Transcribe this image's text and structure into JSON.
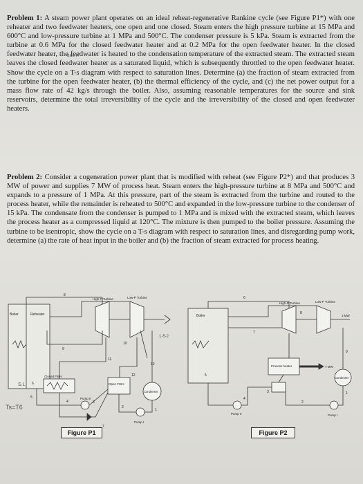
{
  "problem1": {
    "label": "Problem 1:",
    "text": " A steam power plant operates on an ideal reheat-regenerative Rankine cycle (see Figure P1*) with one reheater and two feedwater heaters, one open and one closed. Steam enters the high pressure turbine at 15 MPa and 600°C and low-pressure turbine at 1 MPa and 500°C. The condenser pressure is 5 kPa. Steam is extracted from the turbine at 0.6 MPa for the closed feedwater heater and at 0.2 MPa for the open feedwater heater. In the closed feedwater heater, the feedwater is heated to the condensation temperature of the extracted steam. The extracted steam leaves the closed feedwater heater as a saturated liquid, which is subsequently throttled to the open feedwater heater. Show the cycle on a T-s diagram with respect to saturation lines. Determine (a) the fraction of steam extracted from the turbine for the open feedwater heater, (b) the thermal efficiency of the cycle, and (c) the net power output for a mass flow rate of 42 kg/s through the boiler. Also, assuming reasonable temperatures for the source and sink reservoirs, determine the total irreversibility of the cycle and the irreversibility of the closed and open feedwater heaters."
  },
  "problem2": {
    "label": "Problem 2:",
    "text": " Consider a cogeneration power plant that is modified with reheat (see Figure P2*) and that produces 3 MW of power and supplies 7 MW of process heat. Steam enters the high-pressure turbine at 8 MPa and 500°C and expands to a pressure of 1 MPa. At this pressure, part of the steam is extracted from the turbine and routed to the process heater, while the remainder is reheated to 500°C and expanded in the low-pressure turbine to the condenser of 15 kPa. The condensate from the condenser is pumped to 1 MPa and is mixed with the extracted steam, which leaves the process heater as a compressed liquid at 120°C. The mixture is then pumped to the boiler pressure. Assuming the turbine to be isentropic, show the cycle on a T-s diagram with respect to saturation lines, and disregarding pump work, determine (a) the rate of heat input in the boiler and (b) the fraction of steam extracted for process heating."
  },
  "handwriting": {
    "note1": "sat'n",
    "note2": "1-5-2",
    "note3": "S.L",
    "note4": "Ts=T6"
  },
  "figure1": {
    "caption": "Figure P1",
    "boiler": "Boiler",
    "reheater": "Reheater",
    "hp_turbine": "High-P Turbine",
    "lp_turbine": "Low-P Turbine",
    "closed_fwh": "Closed FWH",
    "open_fwh": "Open FWH",
    "condenser": "Condenser",
    "pump2": "Pump II",
    "pump1": "Pump I",
    "states": [
      "1",
      "2",
      "3",
      "4",
      "5",
      "6",
      "7",
      "8",
      "9",
      "10",
      "11",
      "12",
      "13"
    ]
  },
  "figure2": {
    "caption": "Figure P2",
    "boiler": "Boiler",
    "hp_turbine": "High-P Turbine",
    "lp_turbine": "Low-P Turbine",
    "process_heater": "Process heater",
    "process_heat": "7 MW",
    "power": "3 MW",
    "condenser": "Condenser",
    "pump2": "Pump II",
    "pump1": "Pump I",
    "states": [
      "1",
      "2",
      "3",
      "4",
      "5",
      "6",
      "7",
      "8",
      "9"
    ]
  }
}
